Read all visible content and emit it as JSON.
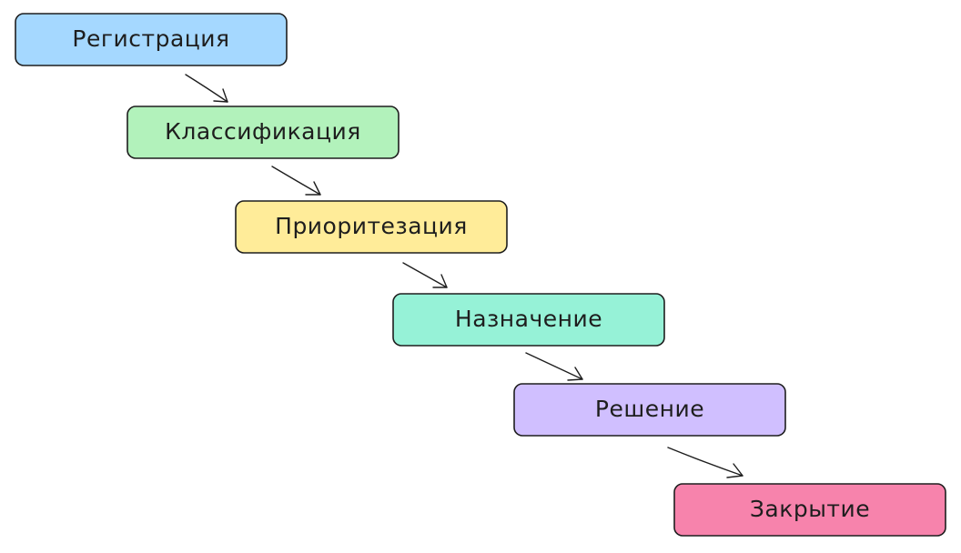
{
  "steps": [
    {
      "label": "Регистрация",
      "color": "#a5d8ff"
    },
    {
      "label": "Классификация",
      "color": "#b2f2bb"
    },
    {
      "label": "Приоритезация",
      "color": "#ffec99"
    },
    {
      "label": "Назначение",
      "color": "#96f2d7"
    },
    {
      "label": "Решение",
      "color": "#d0bfff"
    },
    {
      "label": "Закрытие",
      "color": "#f783ac"
    }
  ],
  "connector_icon": "arrow-icon"
}
